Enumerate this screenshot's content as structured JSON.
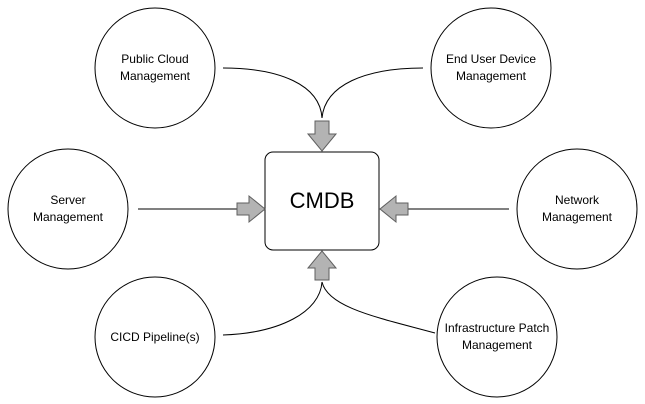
{
  "center": {
    "label": "CMDB"
  },
  "nodes": {
    "public_cloud": {
      "label": "Public Cloud\nManagement"
    },
    "end_user_device": {
      "label": "End User Device\nManagement"
    },
    "server": {
      "label": "Server\nManagement"
    },
    "network": {
      "label": "Network\nManagement"
    },
    "cicd": {
      "label": "CICD Pipeline(s)"
    },
    "infra_patch": {
      "label": "Infrastructure Patch\nManagement"
    }
  },
  "colors": {
    "stroke": "#000000",
    "arrow_fill": "#b3b3b3",
    "arrow_stroke": "#5f5f5f",
    "background": "#ffffff"
  }
}
